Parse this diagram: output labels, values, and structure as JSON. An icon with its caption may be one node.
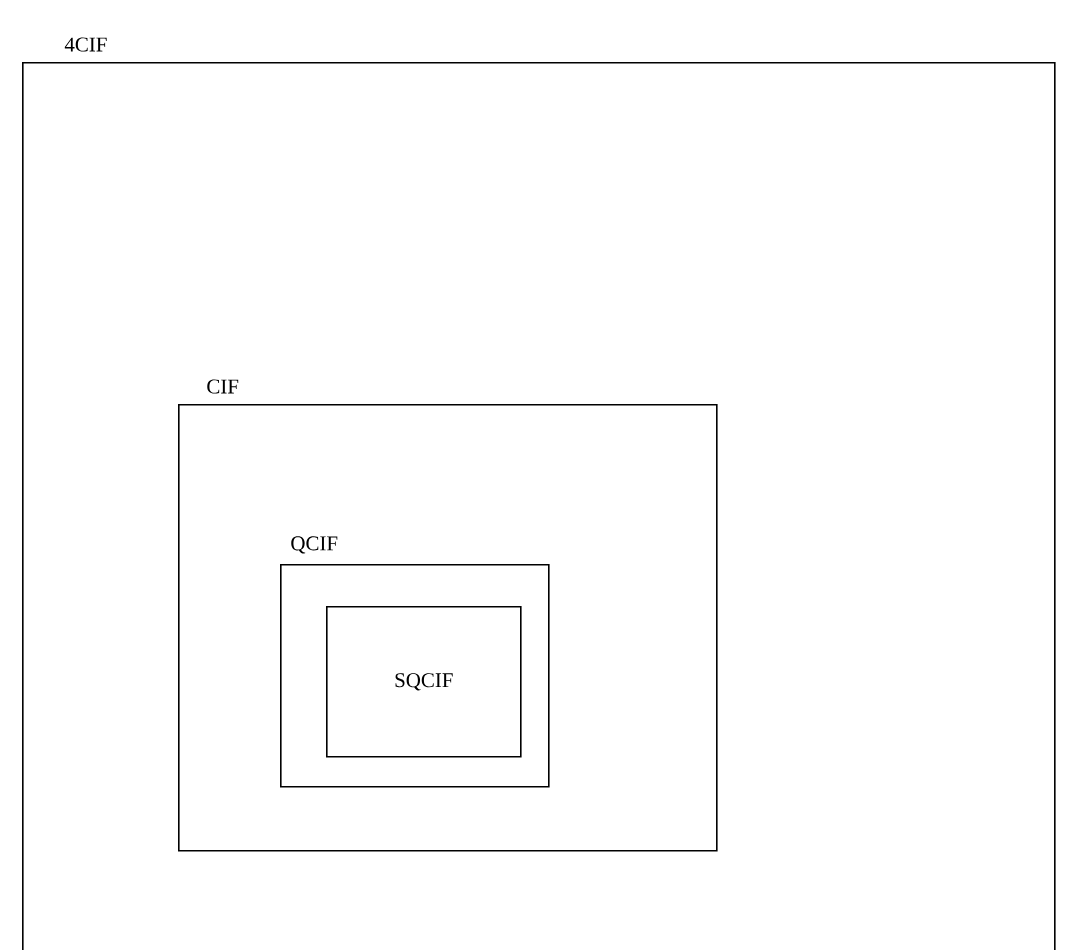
{
  "diagram": {
    "nodes": [
      {
        "text": [
          "4CIF"
        ]
      },
      {
        "text": [
          "CIF"
        ],
        "in": 0
      },
      {
        "text": [
          "QCIF"
        ],
        "in": 1
      },
      {
        "text": [
          "SQCIF"
        ],
        "in": 2
      }
    ]
  }
}
